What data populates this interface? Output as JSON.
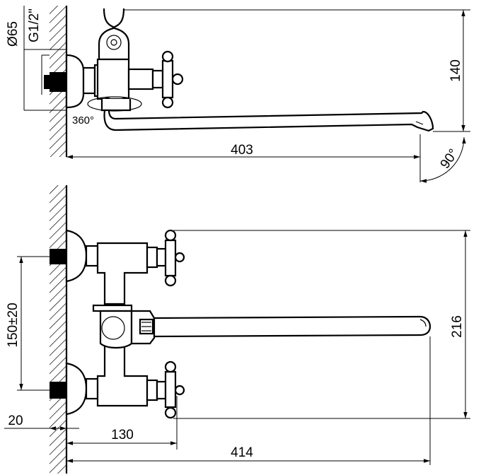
{
  "top_view": {
    "labels": {
      "diameter": "Ø65",
      "thread": "G1/2\"",
      "rotation": "360°",
      "height": "140",
      "length": "403",
      "angle": "90°"
    }
  },
  "front_view": {
    "labels": {
      "spacing": "150±20",
      "height": "216",
      "offset": "20",
      "depth": "130",
      "length": "414"
    }
  }
}
